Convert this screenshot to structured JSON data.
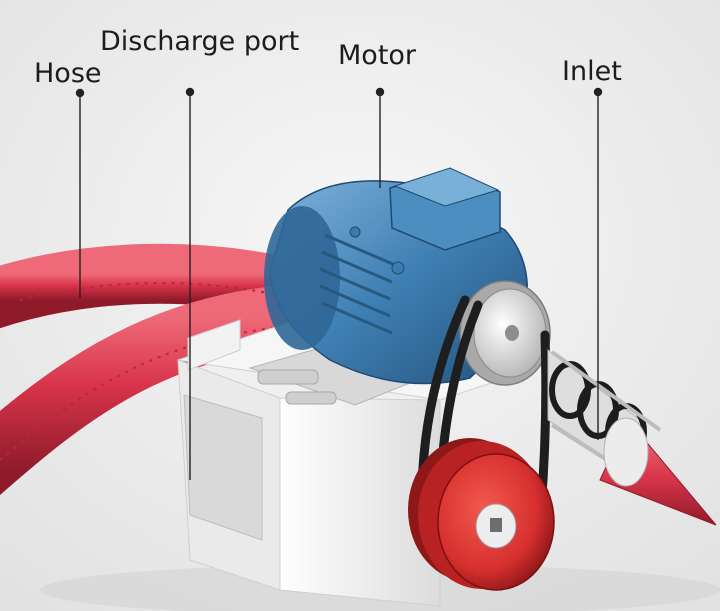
{
  "labels": {
    "hose": "Hose",
    "discharge_port": "Discharge port",
    "motor": "Motor",
    "inlet": "Inlet"
  },
  "colors": {
    "hose": "#d8344a",
    "motor": "#3f7fb3",
    "pulley": "#d62f2f",
    "housing": "#f4f4f4",
    "belt": "#1e1e1e",
    "leader_line": "#222222"
  }
}
